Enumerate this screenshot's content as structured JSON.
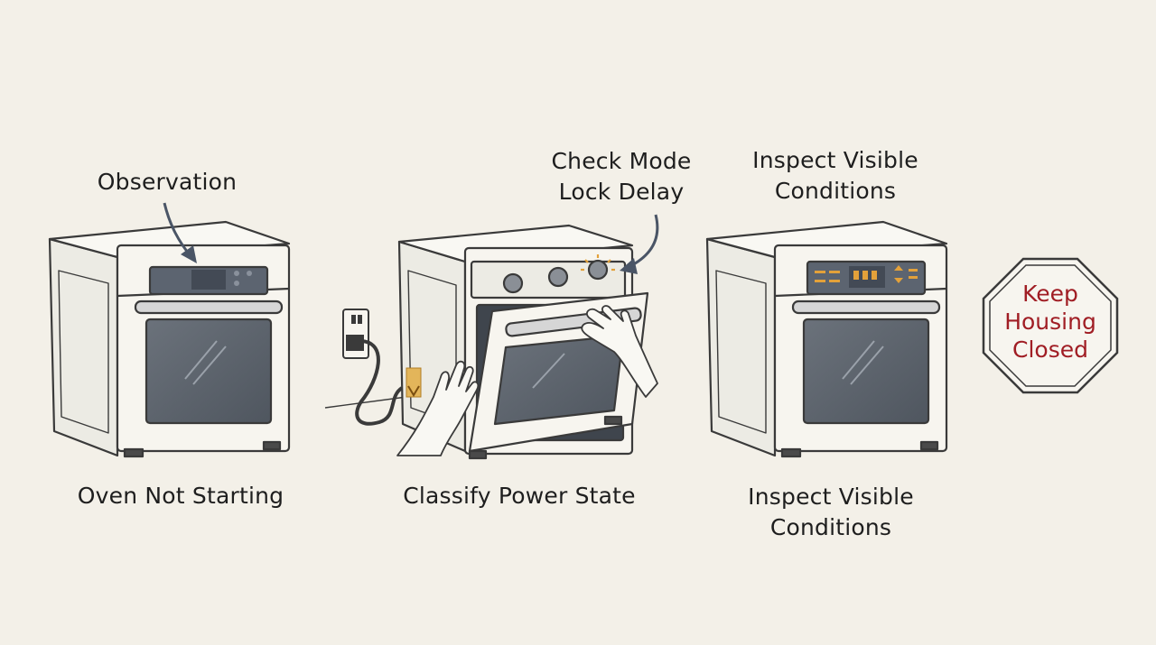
{
  "panels": [
    {
      "top_label": "Observation",
      "bottom_label": "Oven Not Starting"
    },
    {
      "top_label_lines": [
        "Check Mode",
        "Lock Delay"
      ],
      "bottom_label": "Classify Power State"
    },
    {
      "top_label_lines": [
        "Inspect Visible",
        "Conditions"
      ],
      "bottom_label_lines": [
        "Inspect Visible",
        "Conditions"
      ]
    }
  ],
  "stop_sign": {
    "lines": [
      "Keep",
      "Housing",
      "Closed"
    ],
    "color": "#a01d24"
  },
  "colors": {
    "background": "#f3f0e8",
    "outline": "#3a3a3a",
    "oven_body": "#f7f5ef",
    "glass": "#5d646d",
    "arrow": "#4a5566",
    "indicator": "#e3a13a"
  }
}
